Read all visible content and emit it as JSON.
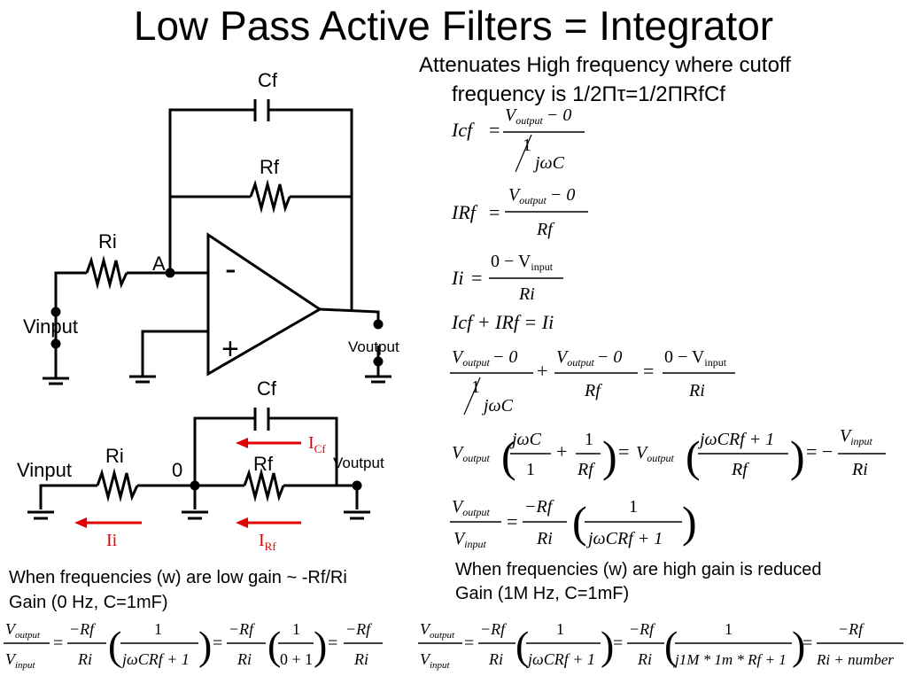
{
  "slide": {
    "title": "Low Pass Active Filters = Integrator",
    "description_line1": "Attenuates High frequency where cutoff",
    "description_line2": "frequency is 1/2Πτ=1/2ΠRfCf",
    "low_freq_note_line1": "When frequencies (w) are low gain ~ -Rf/Ri",
    "low_freq_note_line2": "Gain (0 Hz, C=1mF)",
    "high_freq_note_line1": "When frequencies (w) are high gain is reduced",
    "high_freq_note_line2": "Gain (1M Hz, C=1mF)"
  },
  "circuit1": {
    "cf_label": "Cf",
    "rf_label": "Rf",
    "ri_label": "Ri",
    "node_a_label": "A",
    "minus_label": "-",
    "plus_label": "+",
    "vinput_label": "Vinput",
    "voutput_label": "Voutput"
  },
  "circuit2": {
    "cf_label": "Cf",
    "rf_label": "Rf",
    "ri_label": "Ri",
    "node_label": "0",
    "vinput_label": "Vinput",
    "voutput_label": "Voutput",
    "icf_label": "I",
    "icf_sub": "Cf",
    "irf_label": "I",
    "irf_sub": "Rf",
    "ii_label": "Ii",
    "arrow_color": "#e00000"
  },
  "equations": {
    "icf_lhs": "Icf",
    "icf_num": "V",
    "icf_num_sub": "output",
    "icf_num_tail": "− 0",
    "icf_den_num": "1",
    "icf_den_den": "jωC",
    "irf_lhs": "IRf",
    "irf_num": "V",
    "irf_num_sub": "output",
    "irf_num_tail": "− 0",
    "irf_den": "Rf",
    "ii_lhs": "Ii",
    "ii_num": "0 − V",
    "ii_num_sub": "input",
    "ii_den": "Ri",
    "kcl": "Icf + IRf = Ii",
    "sum_term3_den": "Ri",
    "gain_lhs_num": "V",
    "gain_lhs_num_sub": "output",
    "gain_lhs_den": "V",
    "gain_lhs_den_sub": "input",
    "gain_neg": "−Rf",
    "gain_den": "Ri",
    "gain_frac_num": "1",
    "gain_frac_den": "jωCRf + 1"
  },
  "low_gain_eq": {
    "step2_den": "0 + 1"
  },
  "high_gain_eq": {
    "step2_den": "j1M * 1m * Rf + 1",
    "result_den": "Ri + number"
  }
}
